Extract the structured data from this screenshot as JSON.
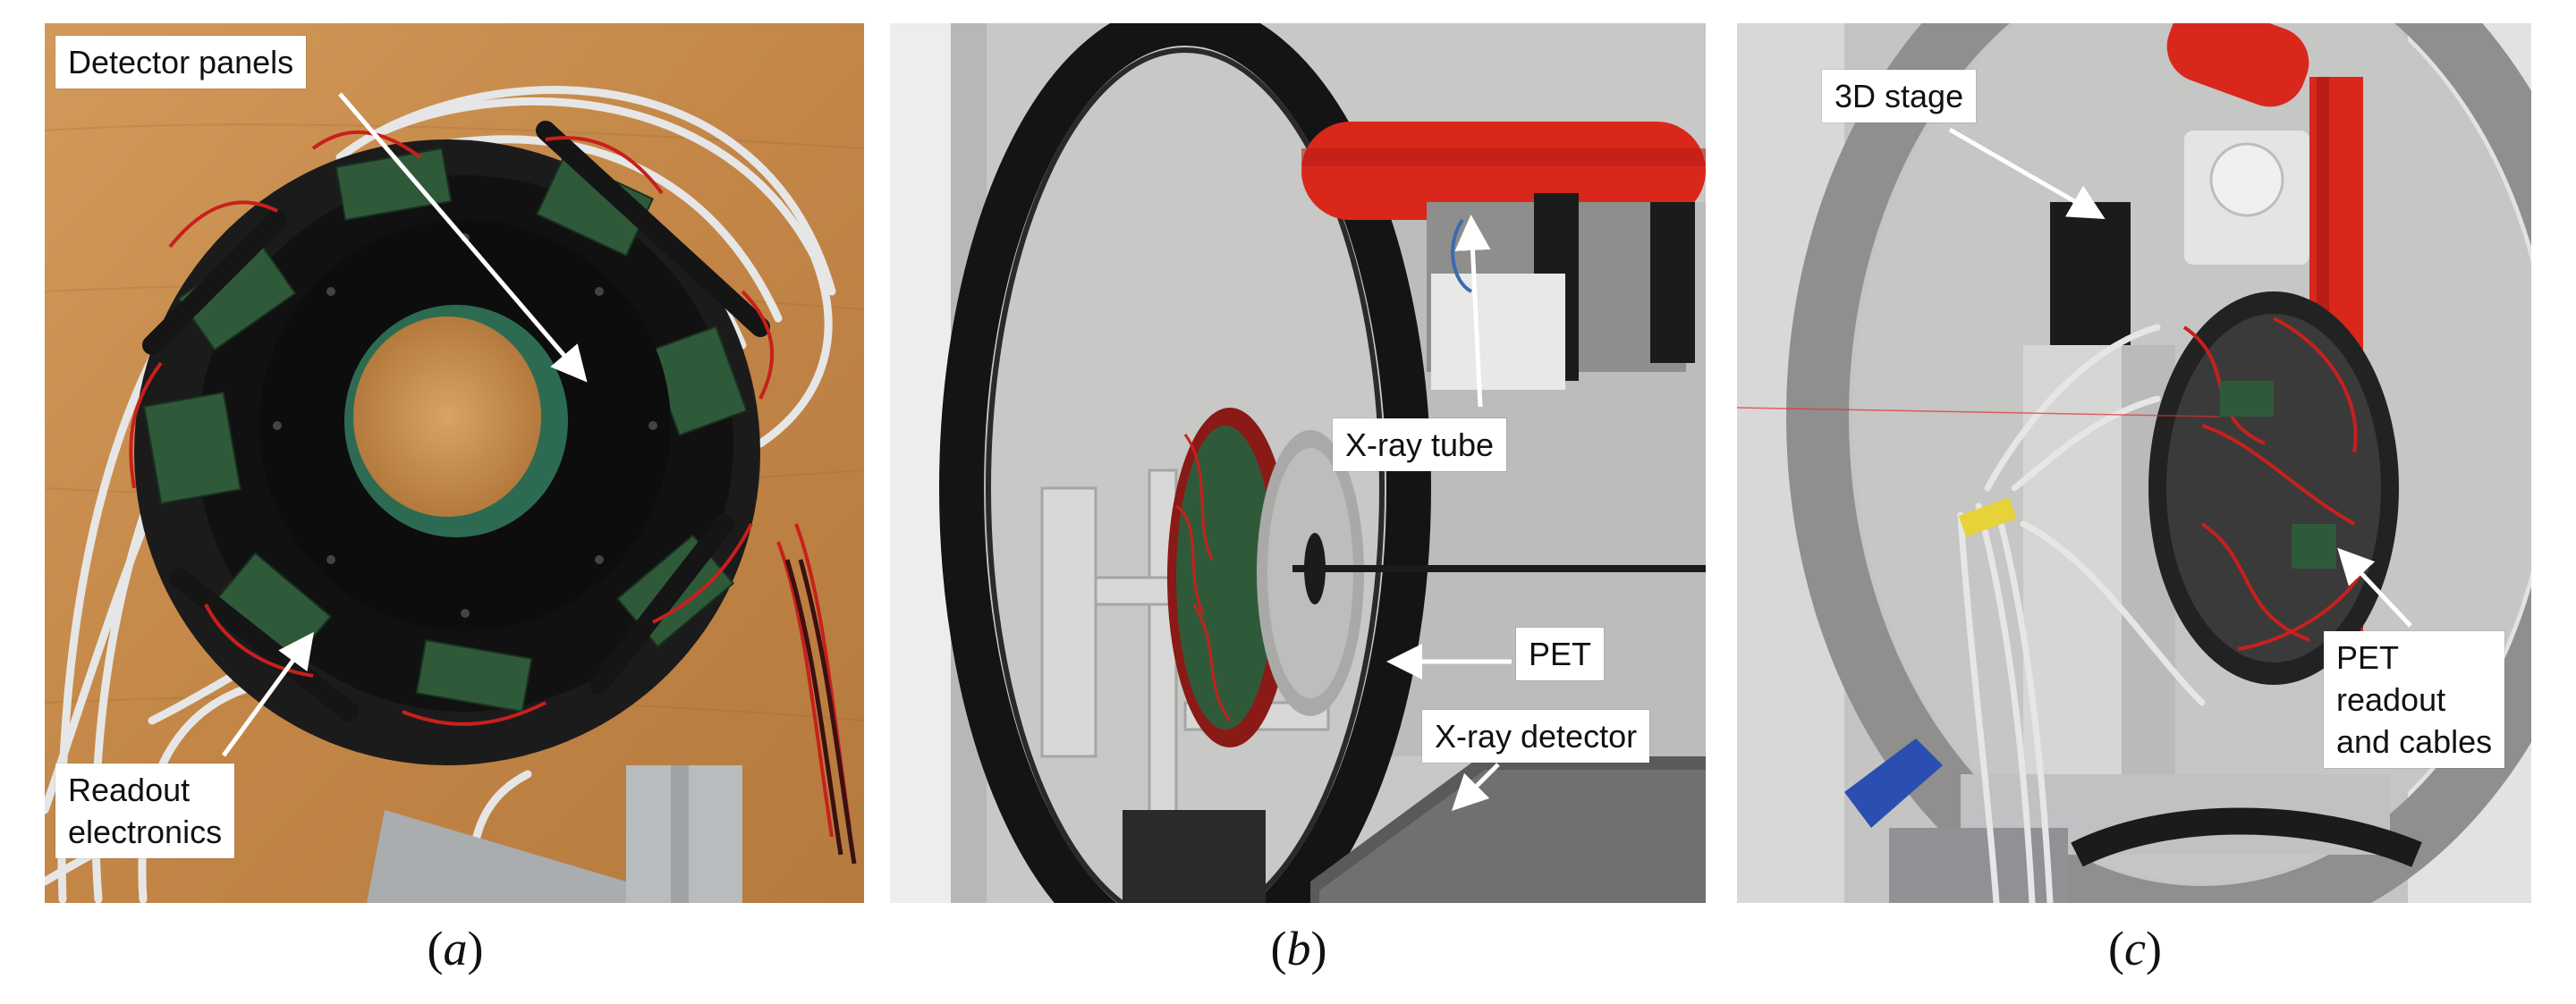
{
  "panels": [
    {
      "id": "a",
      "caption": "a",
      "labels": {
        "detector_panels": "Detector panels",
        "readout_line1": "Readout",
        "readout_line2": "electronics"
      }
    },
    {
      "id": "b",
      "caption": "b",
      "labels": {
        "xray_tube": "X-ray tube",
        "pet": "PET",
        "xray_detector": "X-ray detector"
      }
    },
    {
      "id": "c",
      "caption": "c",
      "labels": {
        "stage": "3D stage",
        "pet_line1": "PET",
        "pet_line2": "readout",
        "pet_line3": "and cables"
      }
    }
  ],
  "colors": {
    "wood_background": "#c58a4c",
    "ring_black": "#151515",
    "cable_white": "#e6e6e6",
    "wire_red": "#c8201c",
    "tube_red": "#d9271c",
    "gantry_grey": "#cfcfcd"
  }
}
